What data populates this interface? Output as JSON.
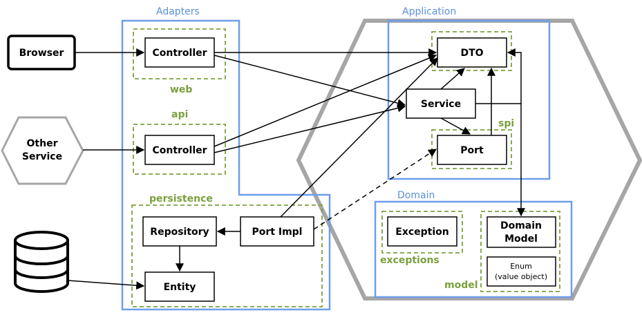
{
  "groups": {
    "adapters": "Adapters",
    "application": "Application",
    "domain": "Domain"
  },
  "packages": {
    "web": "web",
    "api": "api",
    "persistence": "persistence",
    "spi": "spi",
    "exceptions": "exceptions",
    "model": "model"
  },
  "nodes": {
    "browser": "Browser",
    "other_service_line1": "Other",
    "other_service_line2": "Service",
    "web_controller": "Controller",
    "api_controller": "Controller",
    "repository": "Repository",
    "entity": "Entity",
    "port_impl": "Port Impl",
    "dto": "DTO",
    "service": "Service",
    "port": "Port",
    "exception": "Exception",
    "domain_model_line1": "Domain",
    "domain_model_line2": "Model",
    "enum_line1": "Enum",
    "enum_line2": "(value object)"
  },
  "colors": {
    "adapter_border": "#6d9eeb",
    "package_border": "#7aa03c",
    "hexagon": "#a6a6a6",
    "node_border": "#000000"
  }
}
